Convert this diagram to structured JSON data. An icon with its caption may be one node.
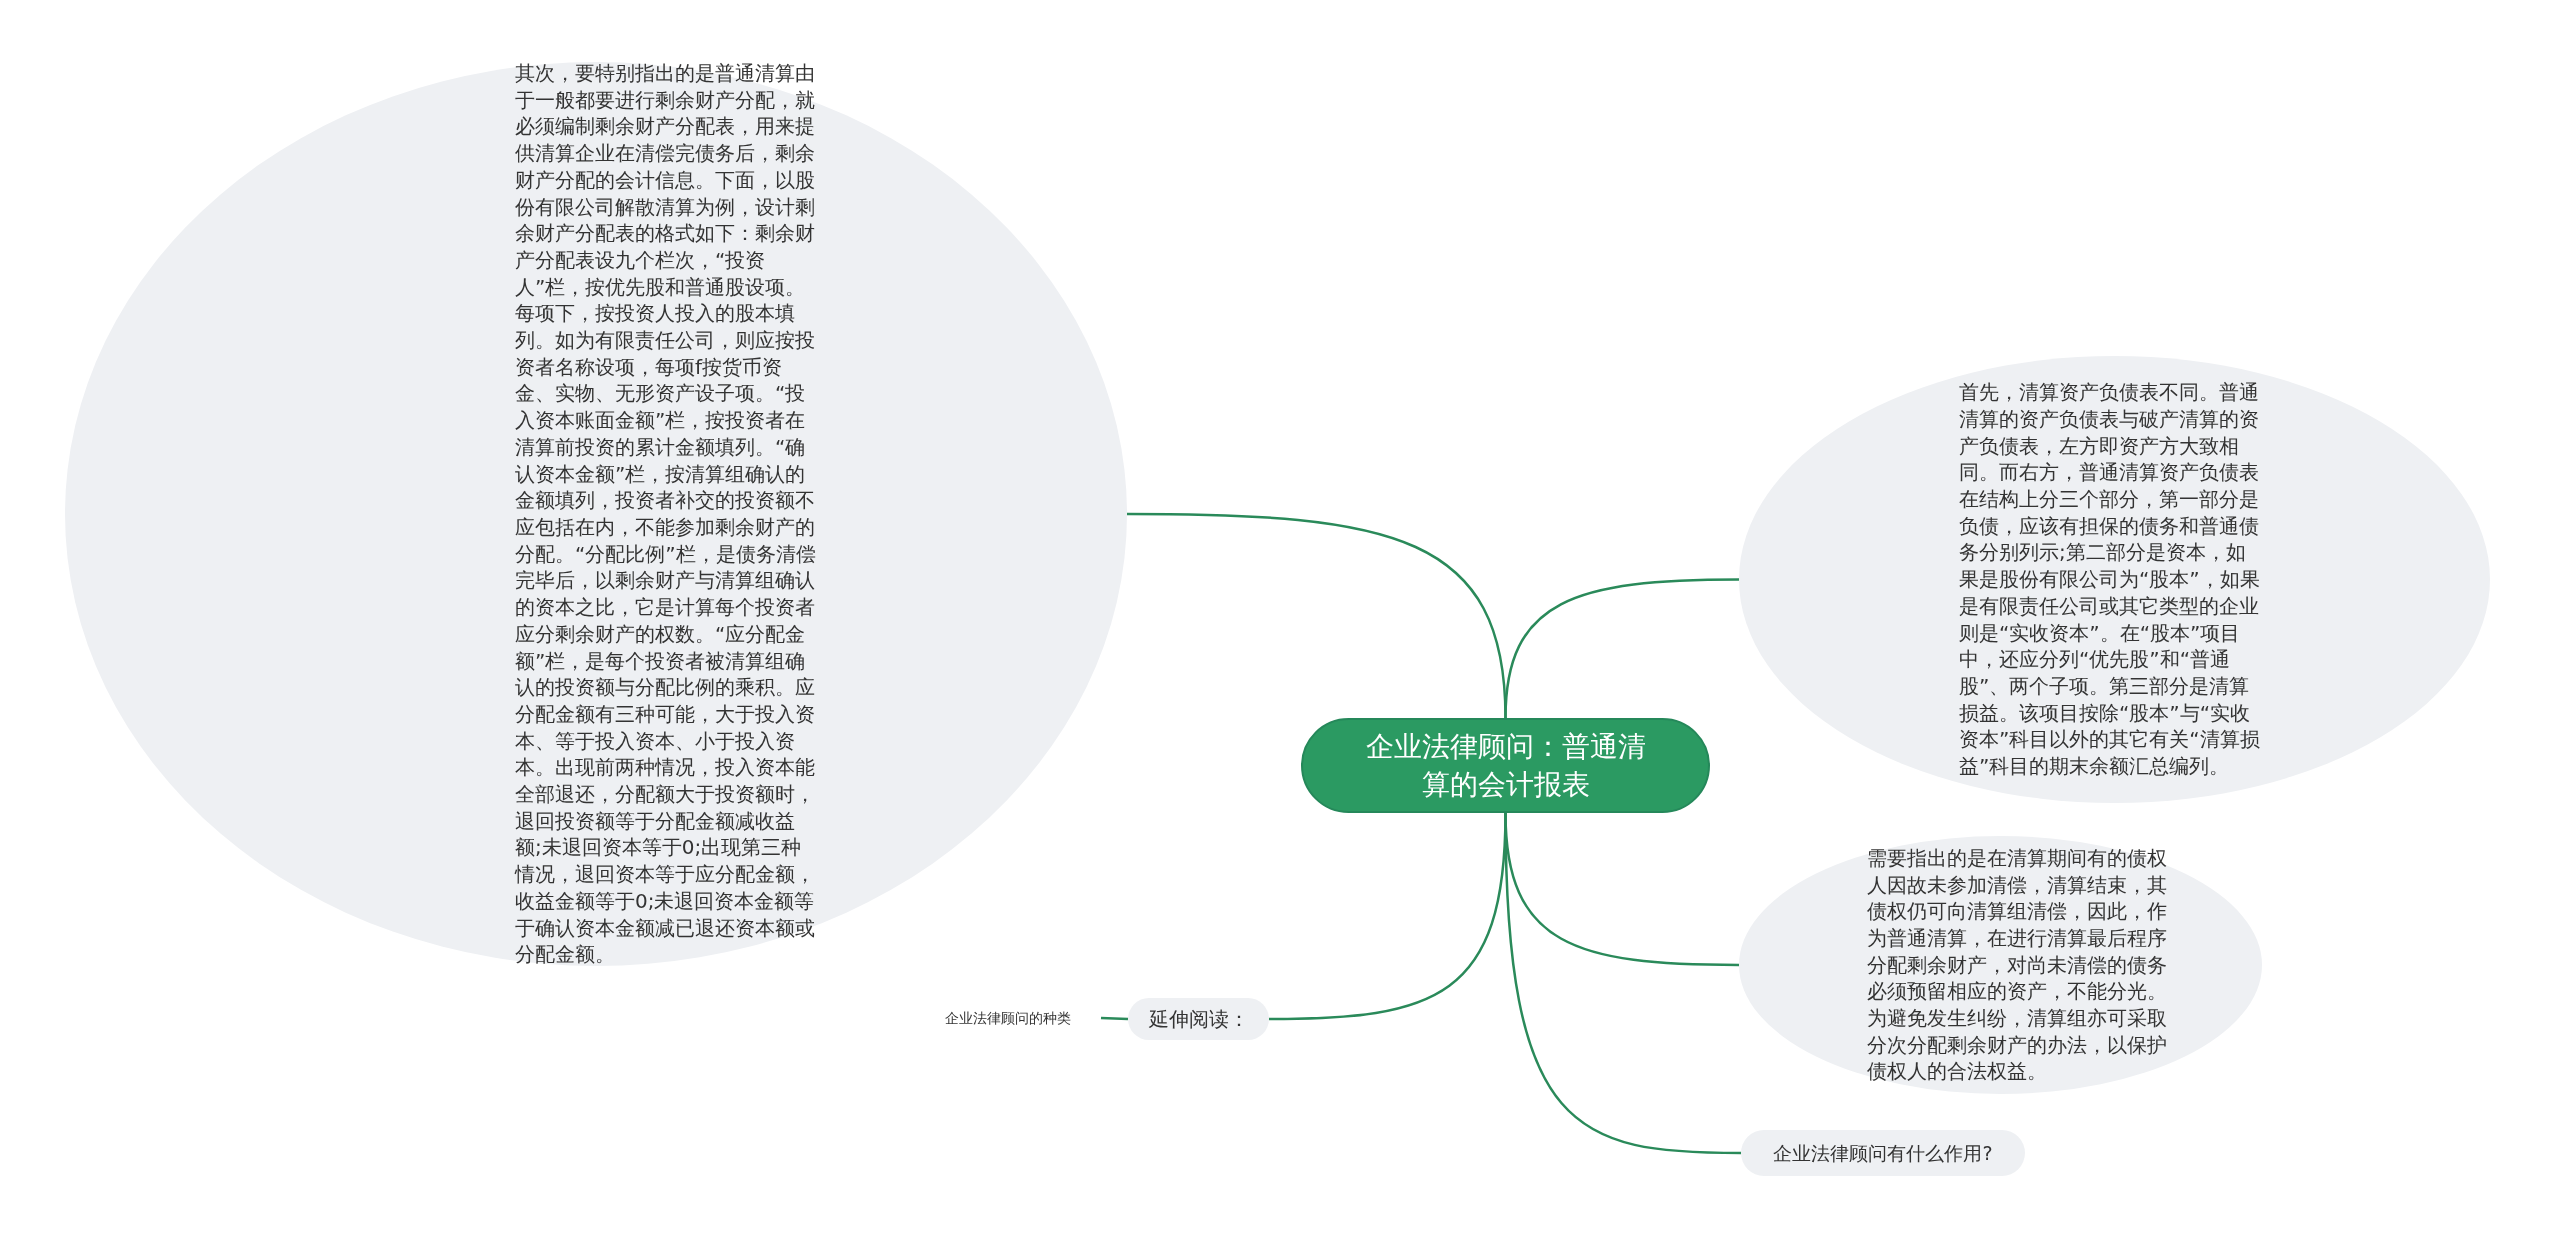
{
  "diagram": {
    "nodes": [
      {
        "text": [
          "企业法律顾问：普通清算的会计报表"
        ]
      },
      {
        "text": [
          "其次，要特别指出的是普通清算由于一般都要进行剩余财产分配，就必须编制剩余财产分配表，用来提供清算企业在清偿完债务后，剩余财产分配的会计信息。下面，以股份有限公司解散清算为例，设计剩余财产分配表的格式如下：剩余财产分配表设九个栏次，“投资人”栏，按优先股和普通股设项。每项下，按投资人投入的股本填列。如为有限责任公司，则应按投资者名称设项，每项f按货币资金、实物、无形资产设子项。“投入资本账面金额”栏，按投资者在清算前投资的累计金额填列。“确认资本金额”栏，按清算组确认的金额填列，投资者补交的投资额不应包括在内，不能参加剩余财产的分配。“分配比例”栏，是债务清偿完毕后，以剩余财产与清算组确认的资本之比，它是计算每个投资者应分剩余财产的权数。“应分配金额”栏，是每个投资者被清算组确认的投资额与分配比例的乘积。应分配金额有三种可能，大于投入资本、等于投入资本、小于投入资本。出现前两种情况，投入资本能全部退还，分配额大于投资额时，退回投资额等于分配金额减收益额;未退回资本等于0;出现第三种情况，退回资本等于应分配金额，收益金额等于0;未退回资本金额等于确认资本金额减已退还资本额或分配金额。"
        ]
      },
      {
        "text": [
          "首先，清算资产负债表不同。普通清算的资产负债表与破产清算的资产负债表，左方即资产方大致相同。而右方，普通清算资产负债表在结构上分三个部分，第一部分是负债，应该有担保的债务和普通债务分别列示;第二部分是资本，如果是股份有限公司为“股本”，如果是有限责任公司或其它类型的企业则是“实收资本”。在“股本”项目中，还应分列“优先股”和“普通股”、两个子项。第三部分是清算损益。该项目按除“股本”与“实收资本”科目以外的其它有关“清算损益”科目的期末余额汇总编列。"
        ]
      },
      {
        "text": [
          "需要指出的是在清算期间有的债权人因故未参加清偿，清算结束，其债权仍可向清算组清偿，因此，作为普通清算，在进行清算最后程序分配剩余财产，对尚未清偿的债务必须预留相应的资产，不能分光。为避免发生纠纷，清算组亦可采取分次分配剩余财产的办法，以保护债权人的合法权益。"
        ]
      },
      {
        "text": [
          "延伸阅读："
        ]
      },
      {
        "text": [
          "企业法律顾问的种类"
        ]
      },
      {
        "text": [
          "企业法律顾问有什么作用?"
        ]
      }
    ],
    "edges": [
      {
        "from": 0,
        "to": 1,
        "arrow": "none"
      },
      {
        "from": 0,
        "to": 2,
        "arrow": "none"
      },
      {
        "from": 0,
        "to": 3,
        "arrow": "none"
      },
      {
        "from": 0,
        "to": 4,
        "arrow": "none"
      },
      {
        "from": 4,
        "to": 5,
        "arrow": "none"
      },
      {
        "from": 0,
        "to": 6,
        "arrow": "none"
      }
    ]
  }
}
